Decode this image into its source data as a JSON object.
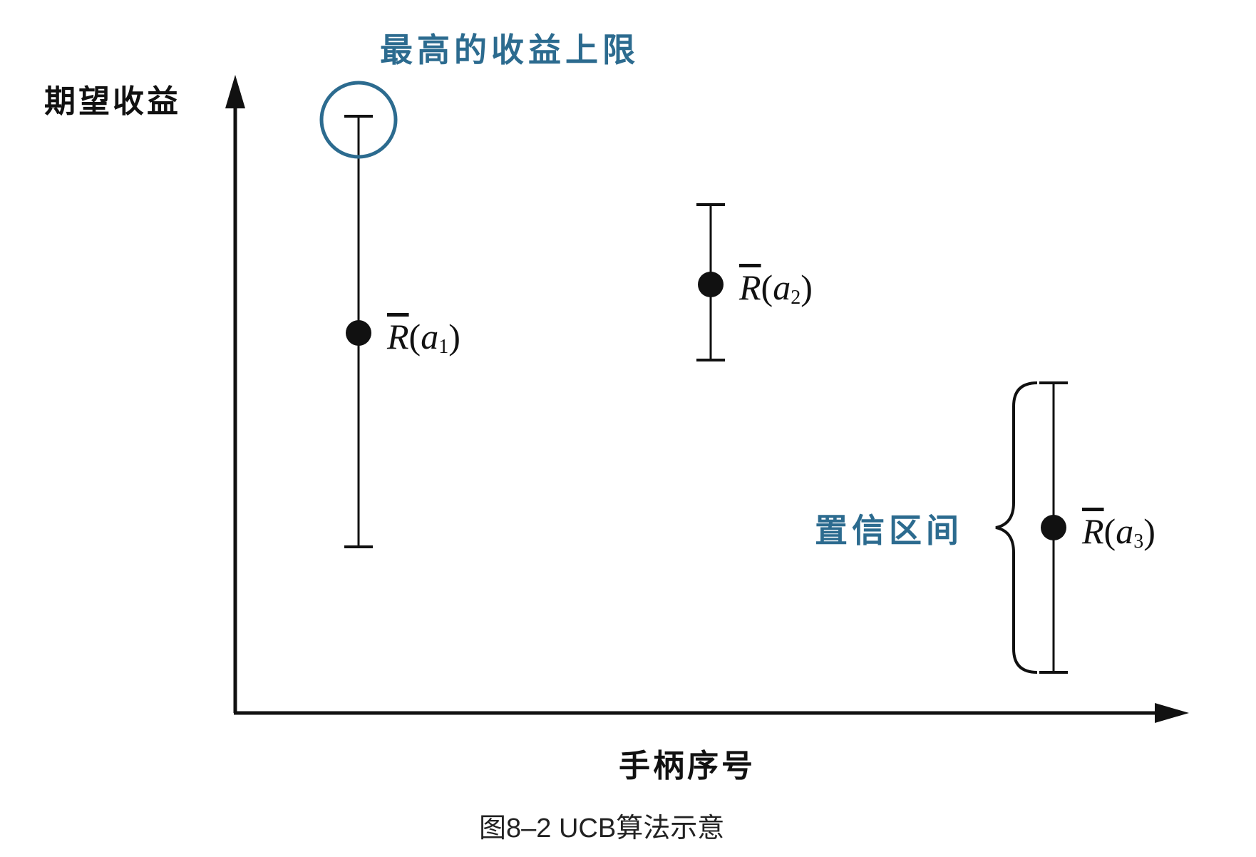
{
  "diagram": {
    "y_axis_label": "期望收益",
    "x_axis_label": "手柄序号",
    "top_annotation": "最高的收益上限",
    "brace_annotation": "置信区间",
    "caption": "图8–2 UCB算法示意",
    "accent_color": "#2c6b8f",
    "ink_color": "#111111",
    "arms": [
      {
        "symbol": "R",
        "arg": "a",
        "subscript": "1"
      },
      {
        "symbol": "R",
        "arg": "a",
        "subscript": "2"
      },
      {
        "symbol": "R",
        "arg": "a",
        "subscript": "3"
      }
    ]
  }
}
